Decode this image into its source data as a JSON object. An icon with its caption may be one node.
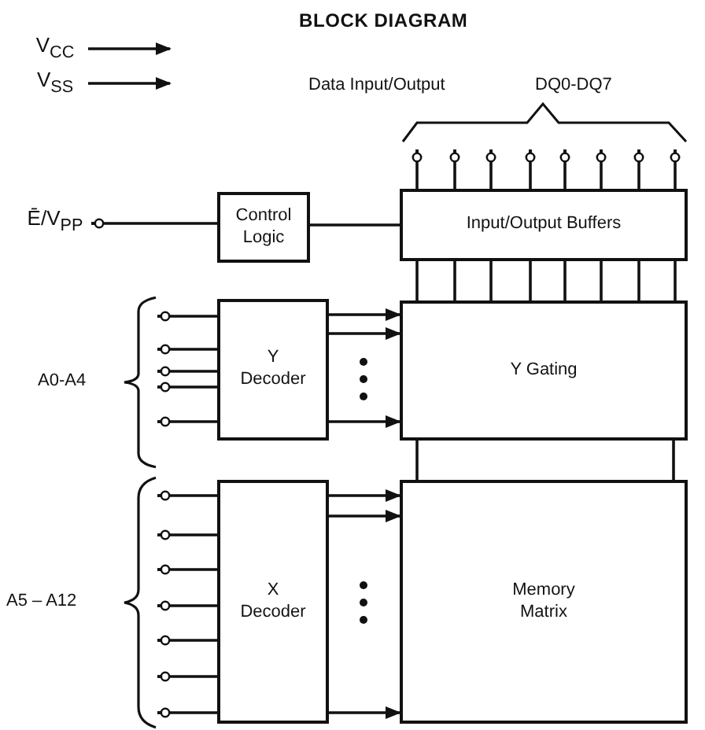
{
  "diagram": {
    "title": "BLOCK DIAGRAM",
    "nodes": [
      {
        "text": [
          "V$_{CC}$"
        ]
      },
      {
        "text": [
          "V$_{SS}$"
        ]
      },
      {
        "text": [
          "Control Logic"
        ]
      },
      {
        "text": [
          "Input/Output Buffers"
        ]
      },
      {
        "text": [
          "Y Decoder"
        ]
      },
      {
        "text": [
          "Y Gating"
        ]
      },
      {
        "text": [
          "X Decoder"
        ]
      },
      {
        "text": [
          "Memory Matrix"
        ]
      },
      {
        "text": [
          "Ē/V$_{PP}$"
        ]
      },
      {
        "text": [
          "A0-A4"
        ]
      },
      {
        "text": [
          "A5 – A12"
        ]
      }
    ],
    "edges": [
      {
        "from": 0,
        "to": null,
        "arrow": "to"
      },
      {
        "from": 1,
        "to": null,
        "arrow": "to"
      },
      {
        "from": 8,
        "to": 2,
        "arrow": "other"
      },
      {
        "from": 2,
        "to": 3,
        "arrow": "none"
      },
      {
        "from": null,
        "to": 3,
        "arrow": "other"
      },
      {
        "from": null,
        "to": 3,
        "arrow": "other"
      },
      {
        "from": null,
        "to": 3,
        "arrow": "other"
      },
      {
        "from": null,
        "to": 3,
        "arrow": "other"
      },
      {
        "from": null,
        "to": 3,
        "arrow": "other"
      },
      {
        "from": null,
        "to": 3,
        "arrow": "other"
      },
      {
        "from": null,
        "to": 3,
        "arrow": "other"
      },
      {
        "from": null,
        "to": 3,
        "arrow": "other"
      },
      {
        "from": 3,
        "to": 5,
        "arrow": "none"
      },
      {
        "from": 3,
        "to": 5,
        "arrow": "none"
      },
      {
        "from": 3,
        "to": 5,
        "arrow": "none"
      },
      {
        "from": 3,
        "to": 5,
        "arrow": "none"
      },
      {
        "from": 3,
        "to": 5,
        "arrow": "none"
      },
      {
        "from": 3,
        "to": 5,
        "arrow": "none"
      },
      {
        "from": 3,
        "to": 5,
        "arrow": "none"
      },
      {
        "from": 3,
        "to": 5,
        "arrow": "none"
      },
      {
        "from": 9,
        "to": 4,
        "arrow": "other"
      },
      {
        "from": 9,
        "to": 4,
        "arrow": "other"
      },
      {
        "from": 9,
        "to": 4,
        "arrow": "other"
      },
      {
        "from": 9,
        "to": 4,
        "arrow": "other"
      },
      {
        "from": 9,
        "to": 4,
        "arrow": "other"
      },
      {
        "from": 4,
        "to": 5,
        "arrow": "to"
      },
      {
        "from": 4,
        "to": 5,
        "arrow": "to"
      },
      {
        "from": 4,
        "to": 5,
        "arrow": "to"
      },
      {
        "from": 5,
        "to": 7,
        "arrow": "none"
      },
      {
        "from": 5,
        "to": 7,
        "arrow": "none"
      },
      {
        "from": 10,
        "to": 6,
        "arrow": "other"
      },
      {
        "from": 10,
        "to": 6,
        "arrow": "other"
      },
      {
        "from": 10,
        "to": 6,
        "arrow": "other"
      },
      {
        "from": 10,
        "to": 6,
        "arrow": "other"
      },
      {
        "from": 10,
        "to": 6,
        "arrow": "other"
      },
      {
        "from": 10,
        "to": 6,
        "arrow": "other"
      },
      {
        "from": 10,
        "to": 6,
        "arrow": "other"
      },
      {
        "from": 6,
        "to": 7,
        "arrow": "to"
      },
      {
        "from": 6,
        "to": 7,
        "arrow": "to"
      },
      {
        "from": 6,
        "to": 7,
        "arrow": "to"
      }
    ],
    "labels": [
      "Data Input/Output",
      "DQ0-DQ7"
    ]
  }
}
